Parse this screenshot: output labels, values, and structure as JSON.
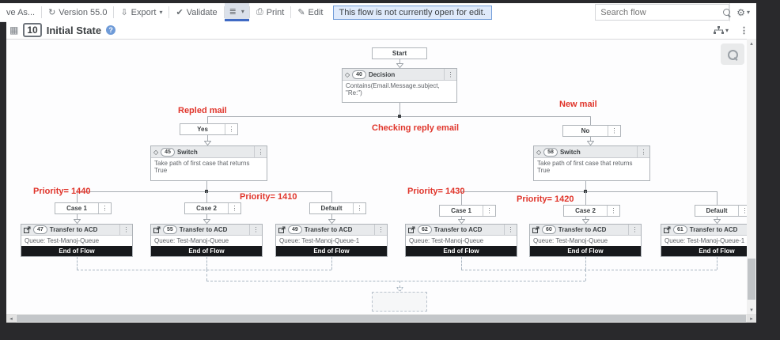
{
  "toolbar": {
    "save_as": "ve As...",
    "version": "Version 55.0",
    "export": "Export",
    "validate": "Validate",
    "print": "Print",
    "edit": "Edit",
    "notice": "This flow is not currently open for edit.",
    "search_placeholder": "Search flow"
  },
  "header": {
    "badge": "10",
    "title": "Initial State"
  },
  "annotations": {
    "replied": "Repled mail",
    "new_mail": "New mail",
    "checking": "Checking reply email",
    "p1440": "Priority= 1440",
    "p1410": "Priority= 1410",
    "p1430": "Priority= 1430",
    "p1420": "Priority= 1420"
  },
  "colors": {
    "annotation": "#e0352b",
    "notice_border": "#6f9bd8",
    "active_tool": "#3f6ac4",
    "end_of_flow_bar": "#17191c"
  },
  "flow": {
    "start": "Start",
    "decision": {
      "id": "40",
      "type": "Decision",
      "body": "Contains(Email.Message.subject, \"Re:\")"
    },
    "branch_yes": "Yes",
    "branch_no": "No",
    "switch_left": {
      "id": "45",
      "type": "Switch",
      "body": "Take path of first case that returns True"
    },
    "switch_right": {
      "id": "58",
      "type": "Switch",
      "body": "Take path of first case that returns True"
    },
    "cases": [
      "Case 1",
      "Case 2",
      "Default",
      "Case 1",
      "Case 2",
      "Default"
    ],
    "transfers": [
      {
        "id": "47",
        "type": "Transfer to ACD",
        "queue": "Queue: Test-Manoj-Queue",
        "footer": "End of Flow"
      },
      {
        "id": "55",
        "type": "Transfer to ACD",
        "queue": "Queue: Test-Manoj-Queue",
        "footer": "End of Flow"
      },
      {
        "id": "49",
        "type": "Transfer to ACD",
        "queue": "Queue: Test-Manoj-Queue-1",
        "footer": "End of Flow"
      },
      {
        "id": "62",
        "type": "Transfer to ACD",
        "queue": "Queue: Test-Manoj-Queue",
        "footer": "End of Flow"
      },
      {
        "id": "60",
        "type": "Transfer to ACD",
        "queue": "Queue: Test-Manoj-Queue",
        "footer": "End of Flow"
      },
      {
        "id": "61",
        "type": "Transfer to ACD",
        "queue": "Queue: Test-Manoj-Queue-1",
        "footer": "End of Flow"
      }
    ]
  }
}
